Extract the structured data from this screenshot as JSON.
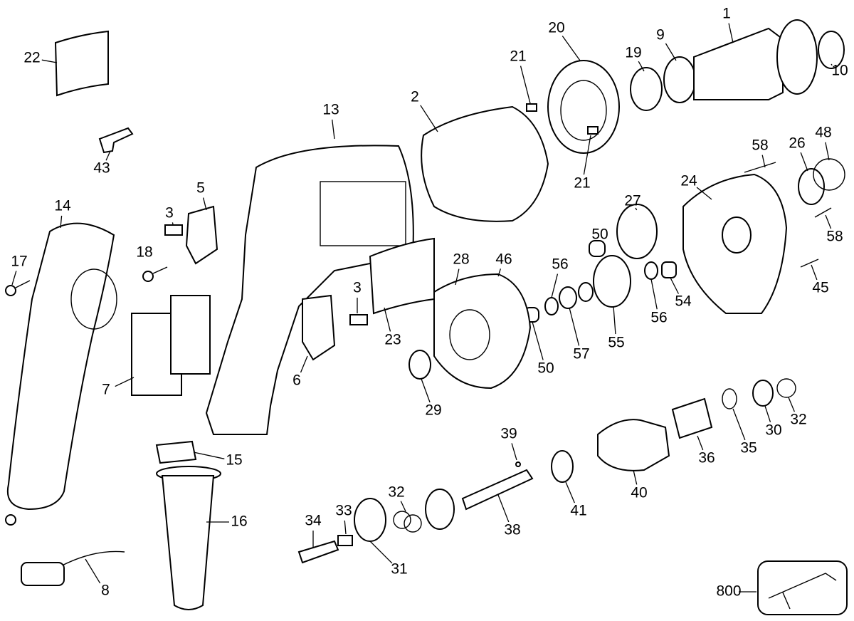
{
  "diagram": {
    "part_labels": [
      "22",
      "20",
      "1",
      "9",
      "19",
      "10",
      "21",
      "13",
      "2",
      "21",
      "43",
      "58",
      "26",
      "48",
      "24",
      "27",
      "5",
      "14",
      "3",
      "50",
      "18",
      "17",
      "58",
      "28",
      "46",
      "56",
      "45",
      "3",
      "56",
      "54",
      "57",
      "55",
      "23",
      "50",
      "6",
      "7",
      "29",
      "32",
      "30",
      "35",
      "36",
      "39",
      "15",
      "40",
      "41",
      "32",
      "33",
      "34",
      "16",
      "38",
      "31",
      "8",
      "800"
    ]
  }
}
